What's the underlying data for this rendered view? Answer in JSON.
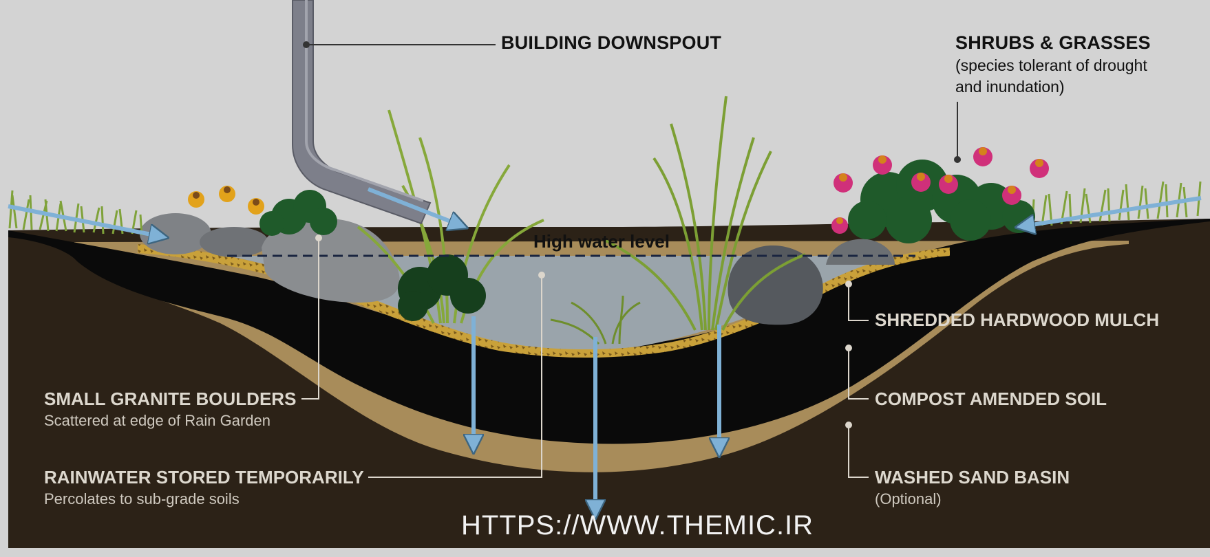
{
  "labels": {
    "downspout": "BUILDING DOWNSPOUT",
    "shrubs_title": "SHRUBS & GRASSES",
    "shrubs_sub_1": "(species tolerant of drought",
    "shrubs_sub_2": "and inundation)",
    "high_water": "High water level",
    "mulch": "SHREDDED HARDWOOD MULCH",
    "compost": "COMPOST AMENDED SOIL",
    "sand_title": "WASHED SAND BASIN",
    "sand_sub": "(Optional)",
    "boulders_title": "SMALL GRANITE BOULDERS",
    "boulders_sub": "Scattered at edge of Rain Garden",
    "rainwater_title": "RAINWATER STORED TEMPORARILY",
    "rainwater_sub": "Percolates to sub-grade soils"
  },
  "watermark": "HTTPS://WWW.THEMIC.IR",
  "colors": {
    "sky": "#d3d3d3",
    "ground": "#2c2217",
    "compost": "#0a0a0a",
    "sand": "#a88c5a",
    "mulch": "#c4962a",
    "water": "#9aa4ab",
    "arrow": "#7fb1d6",
    "downspout": "#7d7f8a",
    "grass": "#7fa23a",
    "shrub": "#1f5a2a",
    "flower_pink": "#d0307a",
    "flower_yellow": "#e2a21b",
    "boulder": "#8a8d90"
  }
}
